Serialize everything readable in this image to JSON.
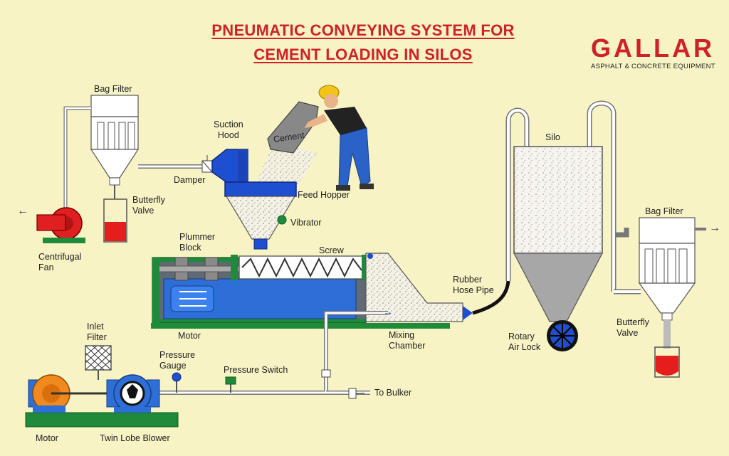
{
  "title": {
    "line1": "PNEUMATIC CONVEYING SYSTEM FOR",
    "line2": "CEMENT LOADING IN SILOS"
  },
  "logo": {
    "brand": "GALLAR",
    "tagline": "ASPHALT & CONCRETE EQUIPMENT"
  },
  "labels": {
    "bag_filter_left": "Bag Filter",
    "suction_hood": "Suction\nHood",
    "cement": "Cement",
    "damper": "Damper",
    "feed_hopper": "Feed Hopper",
    "butterfly_valve_left": "Butterfly\nValve",
    "vibrator": "Vibrator",
    "centrifugal_fan": "Centrifugal\nFan",
    "plummer_block": "Plummer\nBlock",
    "screw": "Screw",
    "motor_screw": "Motor",
    "mixing_chamber": "Mixing\nChamber",
    "rubber_hose_pipe": "Rubber\nHose Pipe",
    "silo": "Silo",
    "rotary_air_lock": "Rotary\nAir Lock",
    "bag_filter_right": "Bag Filter",
    "butterfly_valve_right": "Butterfly\nValve",
    "inlet_filter": "Inlet\nFilter",
    "pressure_gauge": "Pressure\nGauge",
    "pressure_switch": "Pressure Switch",
    "to_bulker": "To Bulker",
    "motor_blower": "Motor",
    "twin_lobe_blower": "Twin Lobe Blower"
  },
  "colors": {
    "background": "#f7f3c4",
    "title_red": "#d0202a",
    "equipment_blue": "#1f4fd1",
    "frame_green": "#1e8a3a",
    "motor_orange": "#f08a1e",
    "fan_red": "#e02020"
  }
}
